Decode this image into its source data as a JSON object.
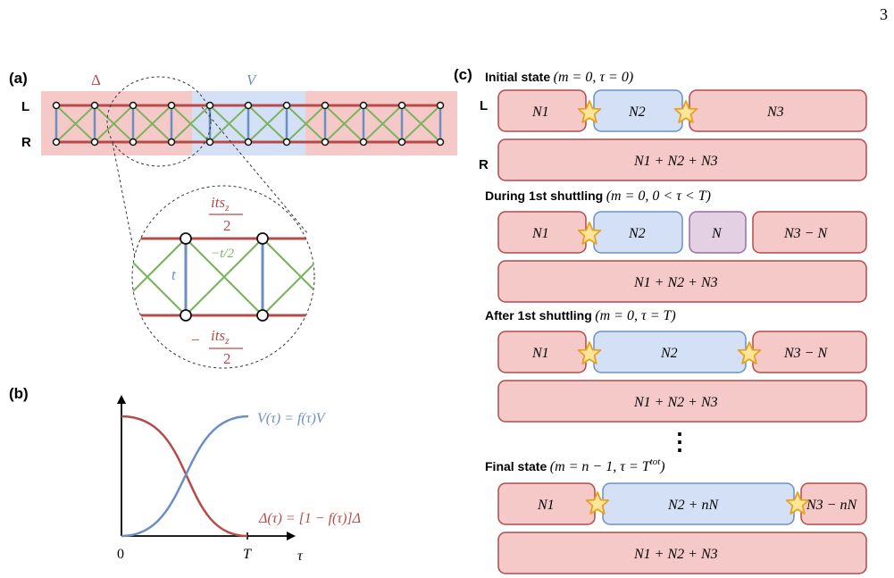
{
  "page_number": "3",
  "panel_a": {
    "label": "(a)",
    "delta_label": "Δ",
    "v_label": "V",
    "row_L": "L",
    "row_R": "R",
    "zoom": {
      "top_num": "its",
      "top_sub": "z",
      "top_den": "2",
      "bottom_sign": "−",
      "bottom_num": "its",
      "bottom_sub": "z",
      "bottom_den": "2",
      "diag_label": "−t/2",
      "rung_label": "t"
    }
  },
  "panel_b": {
    "label": "(b)",
    "v_curve_label": "V(τ) = f(τ)V",
    "delta_curve_label": "Δ(τ) = [1 − f(τ)]Δ",
    "x_origin": "0",
    "x_T": "T",
    "x_axis_var": "τ"
  },
  "panel_c": {
    "label": "(c)",
    "row_L": "L",
    "row_R": "R",
    "ellipsis": "⋮",
    "states": [
      {
        "title": "Initial state",
        "condition": "(m = 0, τ = 0)",
        "top_boxes": [
          "N1",
          "N2",
          "N3"
        ],
        "bottom_box": "N1 + N2 + N3"
      },
      {
        "title": "During 1st shuttling",
        "condition": "(m = 0, 0 < τ < T)",
        "top_boxes": [
          "N1",
          "N2",
          "N",
          "N3 − N"
        ],
        "bottom_box": "N1 + N2 + N3"
      },
      {
        "title": "After 1st shuttling",
        "condition": "(m = 0, τ = T)",
        "top_boxes": [
          "N1",
          "N2",
          "N3 − N"
        ],
        "bottom_box": "N1 + N2 + N3"
      },
      {
        "title": "Final state",
        "condition": "(m = n − 1, τ = T",
        "condition_sup": "tot",
        "condition_end": ")",
        "top_boxes": [
          "N1",
          "N2 + nN",
          "N3 − nN"
        ],
        "bottom_box": "N1 + N2 + N3"
      }
    ]
  },
  "colors": {
    "red_line": "#b84a4a",
    "red_fill": "#f6c9c9",
    "red_box_border": "#b24a4a",
    "blue_line": "#6b8fc2",
    "blue_fill": "#d4e0f5",
    "green_line": "#7ab45e",
    "purple_fill": "#e3d0e3",
    "purple_border": "#9a6aa9",
    "star_fill": "#fde59a",
    "star_border": "#e8a020"
  }
}
